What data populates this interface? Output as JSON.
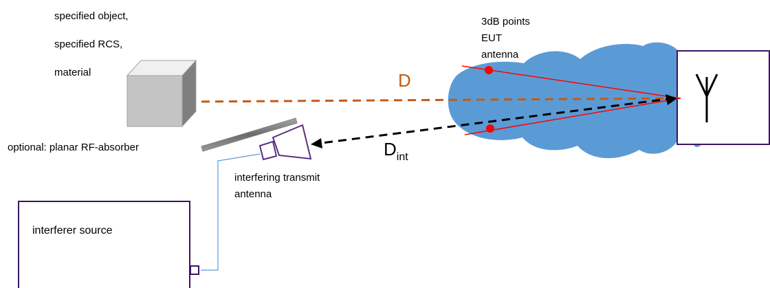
{
  "object_label_lines": [
    "specified object,",
    "specified RCS,",
    "material"
  ],
  "absorber_label": "optional:  planar RF-absorber",
  "eut_label_lines": [
    "3dB points",
    "EUT",
    "antenna"
  ],
  "distance_label": "D",
  "interference_distance_label": {
    "base": "D",
    "subscript": "int"
  },
  "interfering_antenna_label_lines": [
    "interfering transmit",
    "antenna"
  ],
  "interferer_source_label": "interferer source",
  "colors": {
    "beam": "#5b9bd5",
    "distance_arrow": "#c55a11",
    "interference_arrow": "#000000",
    "frame": "#3c1361",
    "antenna_outline": "#5b2c83",
    "points_3db": "#ff0000",
    "cable": "#5b9bd5",
    "absorber": "#7f7f7f"
  }
}
